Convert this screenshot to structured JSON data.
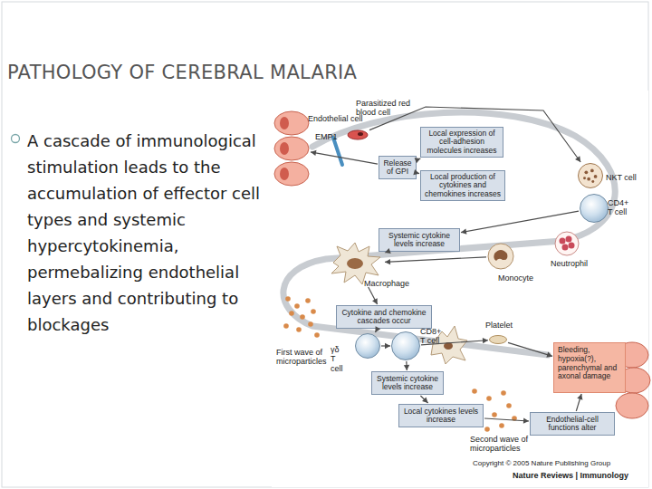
{
  "diagram": {
    "title": "PATHOLOGY OF CEREBRAL MALARIA",
    "nodes": [
      {
        "text": [
          "Endothelial cell"
        ]
      },
      {
        "text": [
          "Parasitized red blood cell"
        ]
      },
      {
        "text": [
          "Local expression of cell-adhesion molecules increases"
        ]
      },
      {
        "text": [
          "Release of GPI"
        ]
      },
      {
        "text": [
          "Local production of cytokines and chemokines increases"
        ]
      },
      {
        "text": [
          "NKT cell"
        ]
      },
      {
        "text": [
          "CD4+ T cell"
        ]
      },
      {
        "text": [
          "Systemic cytokine levels increase"
        ]
      },
      {
        "text": [
          "Neutrophil"
        ]
      },
      {
        "text": [
          "Macrophage"
        ]
      },
      {
        "text": [
          "Monocyte"
        ]
      },
      {
        "text": [
          "Cytokine and chemokine cascades occur"
        ]
      },
      {
        "text": [
          "γδ T cell"
        ]
      },
      {
        "text": [
          "CD8+ T cell"
        ]
      },
      {
        "text": [
          "Platelet"
        ]
      },
      {
        "text": [
          "Bleeding, hypoxia(?), parenchymal and axonal damage"
        ]
      },
      {
        "text": [
          "Systemic cytokine levels increase"
        ]
      },
      {
        "text": [
          "Local cytokines levels increase"
        ]
      },
      {
        "text": [
          "Endothelial-cell functions alter"
        ]
      }
    ],
    "edges": [
      {
        "from": 1,
        "to": 5,
        "arrow": "to"
      },
      {
        "from": 3,
        "to": 0,
        "arrow": "to"
      },
      {
        "from": 3,
        "to": 2,
        "arrow": "to"
      },
      {
        "from": 3,
        "to": 4,
        "arrow": "to"
      },
      {
        "from": 6,
        "to": 7,
        "arrow": "to"
      },
      {
        "from": 7,
        "to": 9,
        "arrow": "to"
      },
      {
        "from": 10,
        "to": 9,
        "arrow": "to"
      },
      {
        "from": 9,
        "to": 11,
        "arrow": "to"
      },
      {
        "from": 11,
        "to": 12,
        "arrow": "to"
      },
      {
        "from": 12,
        "to": 13,
        "arrow": "to"
      },
      {
        "from": 13,
        "to": 14,
        "arrow": "to"
      },
      {
        "from": 14,
        "to": 15,
        "arrow": "to"
      },
      {
        "from": 13,
        "to": 16,
        "arrow": "to"
      },
      {
        "from": 16,
        "to": 17,
        "arrow": "to"
      },
      {
        "from": 17,
        "to": 18,
        "arrow": "to"
      },
      {
        "from": 18,
        "to": 15,
        "arrow": "to"
      }
    ],
    "labels": [
      "A cascade of immunological stimulation leads to the accumulation of effector cell types and systemic hypercytokinemia, permebalizing endothelial layers and contributing to blockages",
      "EMP1",
      "First wave of microparticles",
      "Second wave of microparticles",
      "Copyright © 2005 Nature Publishing Group",
      "Nature Reviews | Immunology"
    ]
  }
}
